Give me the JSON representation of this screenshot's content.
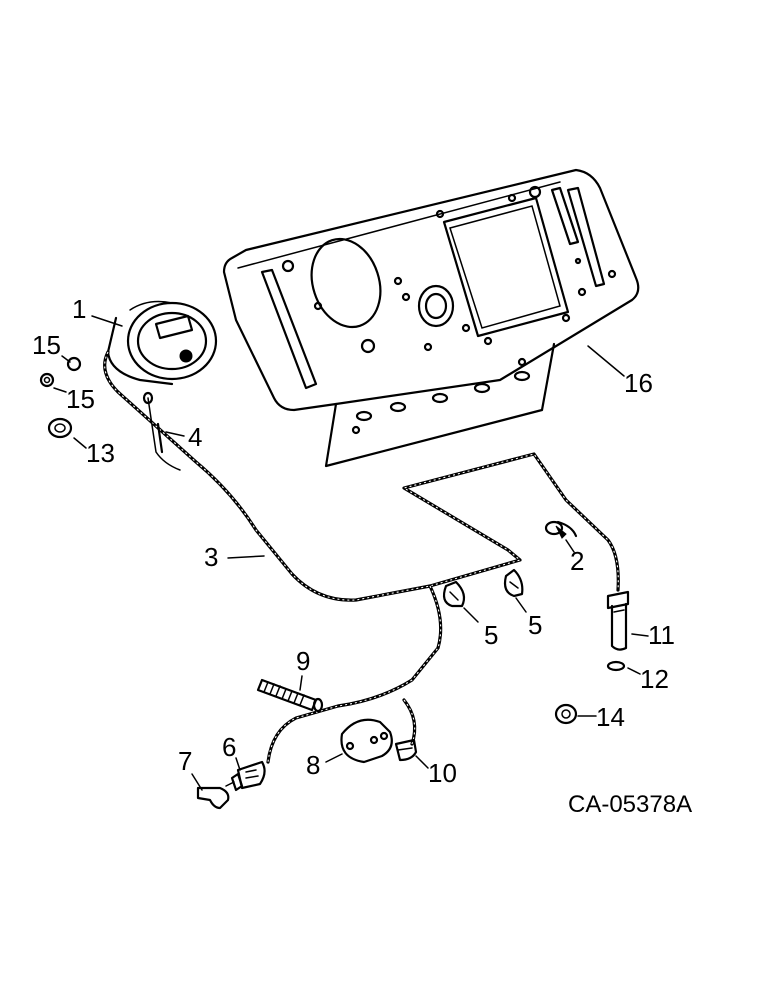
{
  "callouts": {
    "c1": "1",
    "c2": "2",
    "c3": "3",
    "c4": "4",
    "c5a": "5",
    "c5b": "5",
    "c6": "6",
    "c7": "7",
    "c8": "8",
    "c9": "9",
    "c10": "10",
    "c11": "11",
    "c12": "12",
    "c13": "13",
    "c14": "14",
    "c15a": "15",
    "c15b": "15",
    "c16": "16"
  },
  "reference": "CA-05378A"
}
